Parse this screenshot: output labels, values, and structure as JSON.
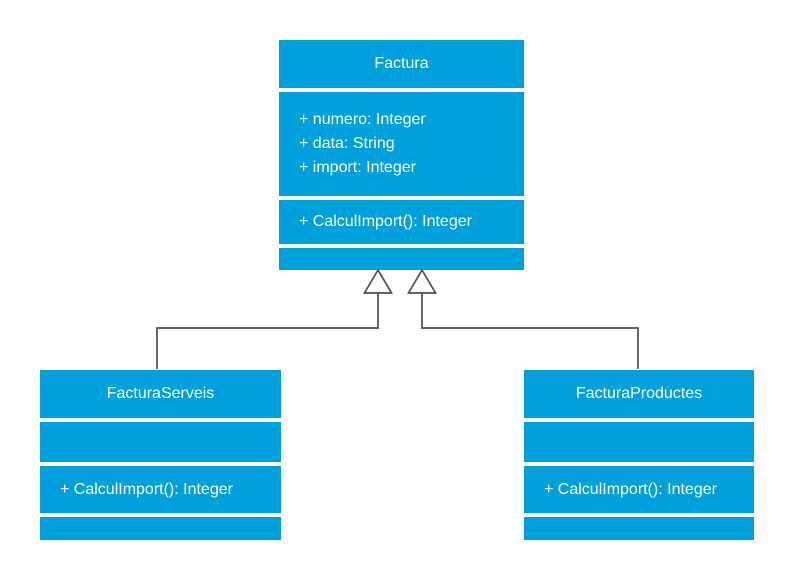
{
  "diagram": {
    "type": "uml-class-diagram",
    "colors": {
      "class_fill": "#00A0DC",
      "text": "#FFFFFF",
      "connector": "#4D4D4D",
      "background": "#FFFFFF"
    },
    "classes": {
      "factura": {
        "name": "Factura",
        "attributes": [
          "+ numero: Integer",
          "+ data: String",
          "+ import: Integer"
        ],
        "methods": [
          "+ CalculImport(): Integer"
        ]
      },
      "facturaServeis": {
        "name": "FacturaServeis",
        "attributes": [],
        "methods": [
          "+ CalculImport(): Integer"
        ]
      },
      "facturaProductes": {
        "name": "FacturaProductes",
        "attributes": [],
        "methods": [
          "+ CalculImport(): Integer"
        ]
      }
    },
    "relationships": [
      {
        "type": "generalization",
        "from": "FacturaServeis",
        "to": "Factura"
      },
      {
        "type": "generalization",
        "from": "FacturaProductes",
        "to": "Factura"
      }
    ]
  }
}
